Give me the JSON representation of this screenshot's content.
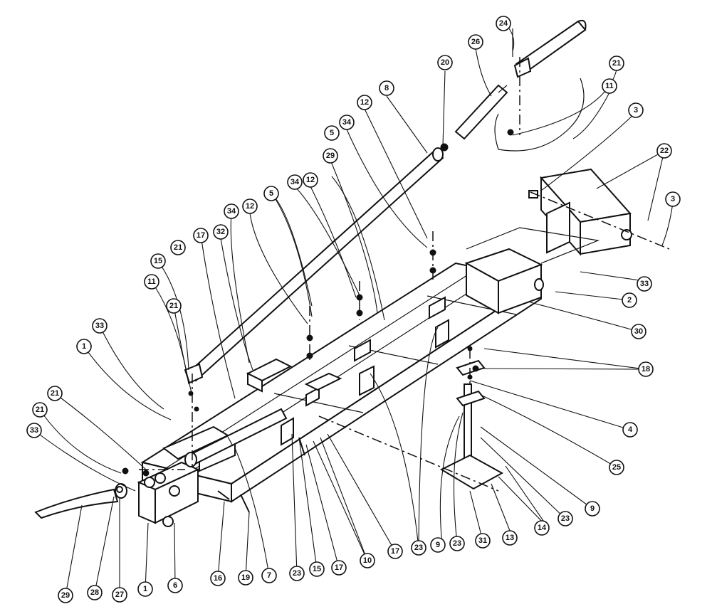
{
  "callouts": [
    {
      "id": "c24",
      "label": "24"
    },
    {
      "id": "c26",
      "label": "26"
    },
    {
      "id": "c20",
      "label": "20"
    },
    {
      "id": "c8",
      "label": "8"
    },
    {
      "id": "c12a",
      "label": "12"
    },
    {
      "id": "c21a",
      "label": "21"
    },
    {
      "id": "c11a",
      "label": "11"
    },
    {
      "id": "c3a",
      "label": "3"
    },
    {
      "id": "c34a",
      "label": "34"
    },
    {
      "id": "c5a",
      "label": "5"
    },
    {
      "id": "c29a",
      "label": "29"
    },
    {
      "id": "c22",
      "label": "22"
    },
    {
      "id": "c3b",
      "label": "3"
    },
    {
      "id": "c12b",
      "label": "12"
    },
    {
      "id": "c34b",
      "label": "34"
    },
    {
      "id": "c5b",
      "label": "5"
    },
    {
      "id": "c12c",
      "label": "12"
    },
    {
      "id": "c34c",
      "label": "34"
    },
    {
      "id": "c32",
      "label": "32"
    },
    {
      "id": "c17a",
      "label": "17"
    },
    {
      "id": "c21b",
      "label": "21"
    },
    {
      "id": "c15a",
      "label": "15"
    },
    {
      "id": "c11b",
      "label": "11"
    },
    {
      "id": "c21c",
      "label": "21"
    },
    {
      "id": "c33a",
      "label": "33"
    },
    {
      "id": "c1a",
      "label": "1"
    },
    {
      "id": "c21d",
      "label": "21"
    },
    {
      "id": "c21e",
      "label": "21"
    },
    {
      "id": "c33b",
      "label": "33"
    },
    {
      "id": "c33c",
      "label": "33"
    },
    {
      "id": "c2",
      "label": "2"
    },
    {
      "id": "c30",
      "label": "30"
    },
    {
      "id": "c18",
      "label": "18"
    },
    {
      "id": "c4",
      "label": "4"
    },
    {
      "id": "c25",
      "label": "25"
    },
    {
      "id": "c9a",
      "label": "9"
    },
    {
      "id": "c23a",
      "label": "23"
    },
    {
      "id": "c14",
      "label": "14"
    },
    {
      "id": "c13",
      "label": "13"
    },
    {
      "id": "c31",
      "label": "31"
    },
    {
      "id": "c23b",
      "label": "23"
    },
    {
      "id": "c9b",
      "label": "9"
    },
    {
      "id": "c23c",
      "label": "23"
    },
    {
      "id": "c17b",
      "label": "17"
    },
    {
      "id": "c10",
      "label": "10"
    },
    {
      "id": "c17c",
      "label": "17"
    },
    {
      "id": "c15b",
      "label": "15"
    },
    {
      "id": "c23d",
      "label": "23"
    },
    {
      "id": "c7",
      "label": "7"
    },
    {
      "id": "c19",
      "label": "19"
    },
    {
      "id": "c16",
      "label": "16"
    },
    {
      "id": "c6",
      "label": "6"
    },
    {
      "id": "c1b",
      "label": "1"
    },
    {
      "id": "c27",
      "label": "27"
    },
    {
      "id": "c28",
      "label": "28"
    },
    {
      "id": "c29b",
      "label": "29"
    }
  ]
}
